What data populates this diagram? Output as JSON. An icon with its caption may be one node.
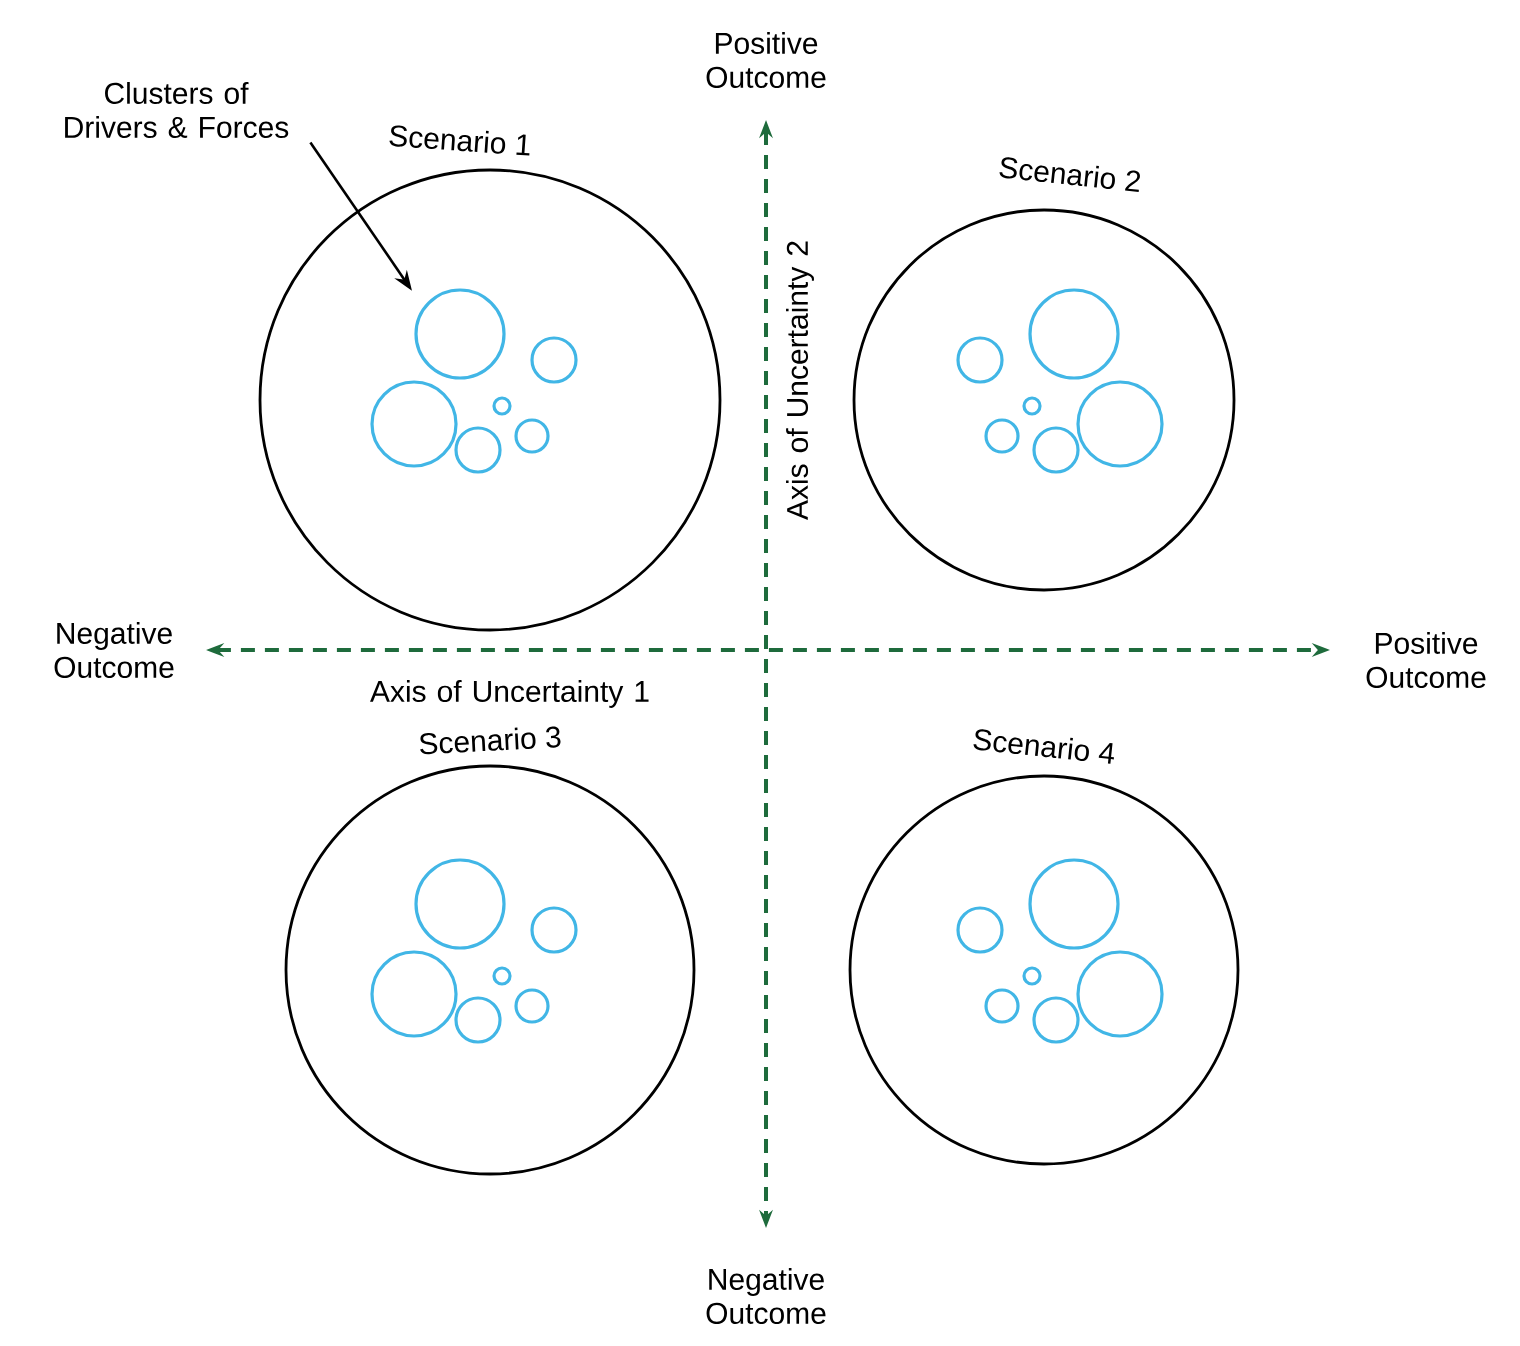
{
  "diagram": {
    "nodes": [
      {
        "text": [
          "Clusters of Drivers & Forces"
        ]
      },
      {
        "text": [
          "Scenario 1"
        ]
      },
      {
        "text": [],
        "shape": "circle",
        "in": 1
      },
      {
        "text": [
          "Scenario 2"
        ]
      },
      {
        "text": [
          "Scenario 3"
        ]
      },
      {
        "text": [
          "Scenario 4"
        ]
      }
    ],
    "edges": [
      {
        "from": 0,
        "to": 2,
        "arrow": "to"
      }
    ],
    "labels": [
      "Positive Outcome",
      "Negative Outcome",
      "Axis of Uncertainty 2",
      "Positive Outcome",
      "Axis of Uncertainty 1",
      "Negative Outcome"
    ]
  }
}
